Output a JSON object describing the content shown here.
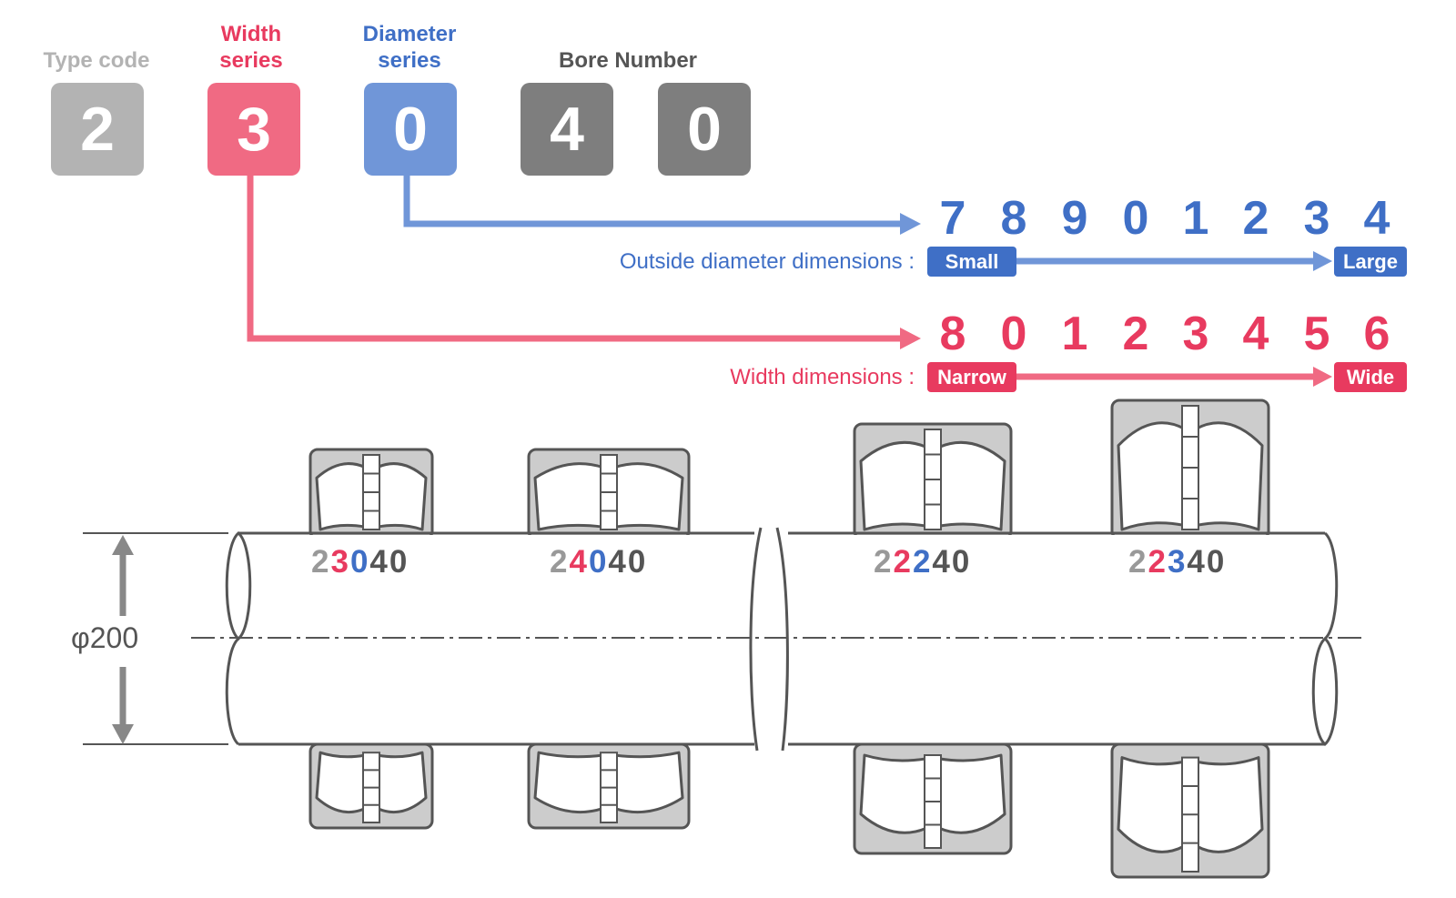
{
  "colors": {
    "type": "#b3b3b3",
    "width": "#e83a5f",
    "width_light": "#f06a83",
    "diameter": "#3f6fc6",
    "diameter_light": "#7096d8",
    "bore": "#7e7e7e",
    "outline": "#555555",
    "bearing_fill": "#cccccc"
  },
  "header": {
    "type_code": "Type code",
    "width_series_l1": "Width",
    "width_series_l2": "series",
    "diameter_series_l1": "Diameter",
    "diameter_series_l2": "series",
    "bore_number": "Bore Number"
  },
  "code_digits": {
    "type": "2",
    "width": "3",
    "diameter": "0",
    "bore1": "4",
    "bore2": "0"
  },
  "diameter_sequence": [
    "7",
    "8",
    "9",
    "0",
    "1",
    "2",
    "3",
    "4"
  ],
  "width_sequence": [
    "8",
    "0",
    "1",
    "2",
    "3",
    "4",
    "5",
    "6"
  ],
  "diameter_scale": {
    "label": "Outside diameter dimensions :",
    "low": "Small",
    "high": "Large"
  },
  "width_scale": {
    "label": "Width dimensions :",
    "low": "Narrow",
    "high": "Wide"
  },
  "shaft": {
    "diameter_label": "φ200"
  },
  "bearings": [
    {
      "type": "2",
      "width": "3",
      "diameter": "0",
      "bore": "40"
    },
    {
      "type": "2",
      "width": "4",
      "diameter": "0",
      "bore": "40"
    },
    {
      "type": "2",
      "width": "2",
      "diameter": "2",
      "bore": "40"
    },
    {
      "type": "2",
      "width": "2",
      "diameter": "3",
      "bore": "40"
    }
  ]
}
